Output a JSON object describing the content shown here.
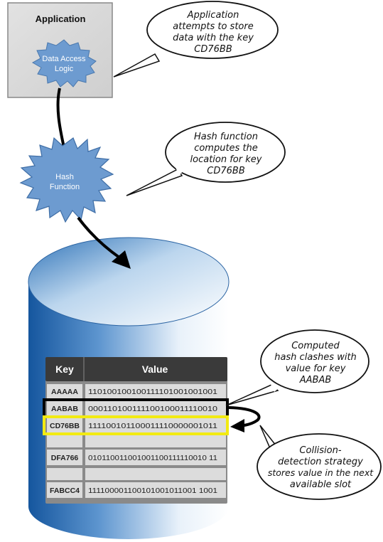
{
  "application": {
    "title": "Application",
    "data_access_logic": [
      "Data Access",
      "Logic"
    ]
  },
  "hash_function": {
    "label": [
      "Hash",
      "Function"
    ]
  },
  "callouts": {
    "store": [
      "Application",
      "attempts to store",
      "data with the key",
      "CD76BB"
    ],
    "compute": [
      "Hash function",
      "computes the",
      "location for key",
      "CD76BB"
    ],
    "clash": [
      "Computed",
      "hash clashes with",
      "value for key",
      "AABAB"
    ],
    "collision": [
      "Collision-",
      "detection strategy",
      "stores value in the next",
      "available slot"
    ]
  },
  "table": {
    "headers": {
      "key": "Key",
      "value": "Value"
    },
    "rows": [
      {
        "key": "AAAAA",
        "value": "110100100100111101001001001",
        "highlight": "none"
      },
      {
        "key": "AABAB",
        "value": "000110100111100100011110010",
        "highlight": "black"
      },
      {
        "key": "CD76BB",
        "value": "111100101100011110000001011",
        "highlight": "yellow"
      },
      {
        "key": "",
        "value": "",
        "highlight": "none"
      },
      {
        "key": "DFA766",
        "value": "010110011001001100111110010 11",
        "highlight": "none"
      },
      {
        "key": "",
        "value": "",
        "highlight": "none"
      },
      {
        "key": "FABCC4",
        "value": "111100001100101001011001 1001",
        "highlight": "none"
      }
    ]
  },
  "colors": {
    "app_box": "#d4d4d4",
    "burst": "#6d9bd0",
    "cylinder_dark": "#1a5fa8",
    "cylinder_light": "#ffffff",
    "table_header": "#3a3a3a",
    "table_cell": "#dcdcdc",
    "highlight_yellow": "#f2ea12",
    "highlight_black": "#000000"
  }
}
